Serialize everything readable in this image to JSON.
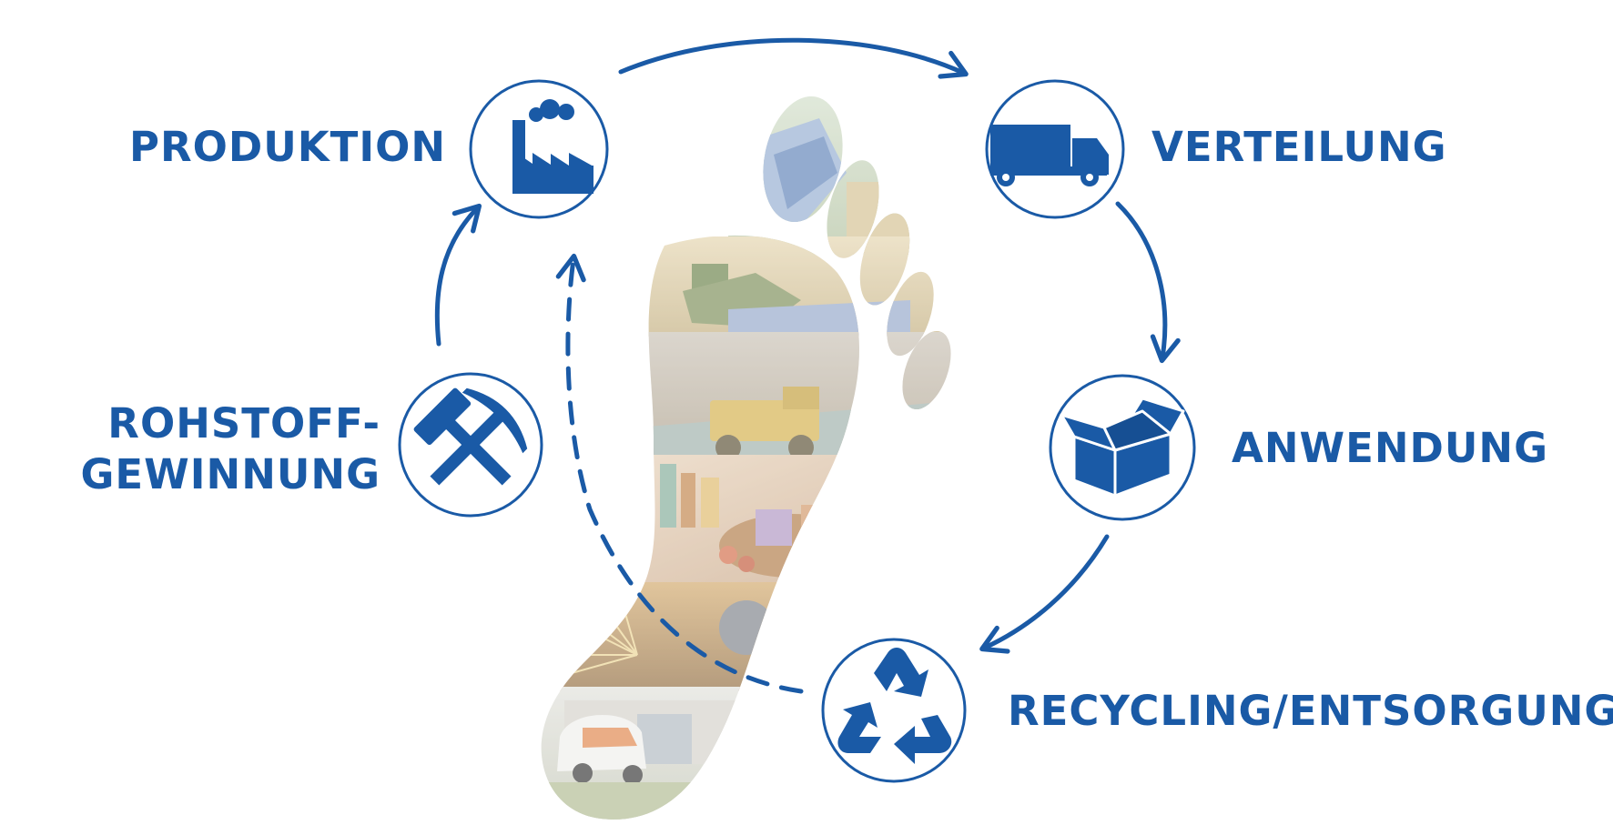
{
  "diagram": {
    "accent_color": "#1a5aa6",
    "stages": [
      {
        "id": "produktion",
        "label": "PRODUKTION",
        "icon": "factory-icon"
      },
      {
        "id": "verteilung",
        "label": "VERTEILUNG",
        "icon": "truck-icon"
      },
      {
        "id": "anwendung",
        "label": "ANWENDUNG",
        "icon": "open-box-icon"
      },
      {
        "id": "recycling",
        "label": "RECYCLING/ENTSORGUNG",
        "icon": "recycle-icon"
      },
      {
        "id": "rohstoff",
        "label_lines": [
          "ROHSTOFF-",
          "GEWINNUNG"
        ],
        "icon": "hammer-pick-icon"
      }
    ],
    "center_image": "footprint-collage"
  }
}
